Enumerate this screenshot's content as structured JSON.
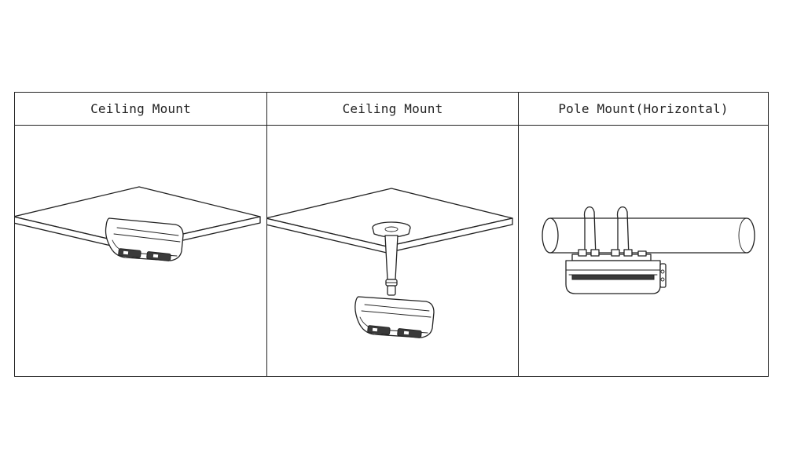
{
  "mounts": [
    {
      "title": "Ceiling Mount"
    },
    {
      "title": "Ceiling Mount"
    },
    {
      "title": "Pole Mount(Horizontal)"
    }
  ]
}
